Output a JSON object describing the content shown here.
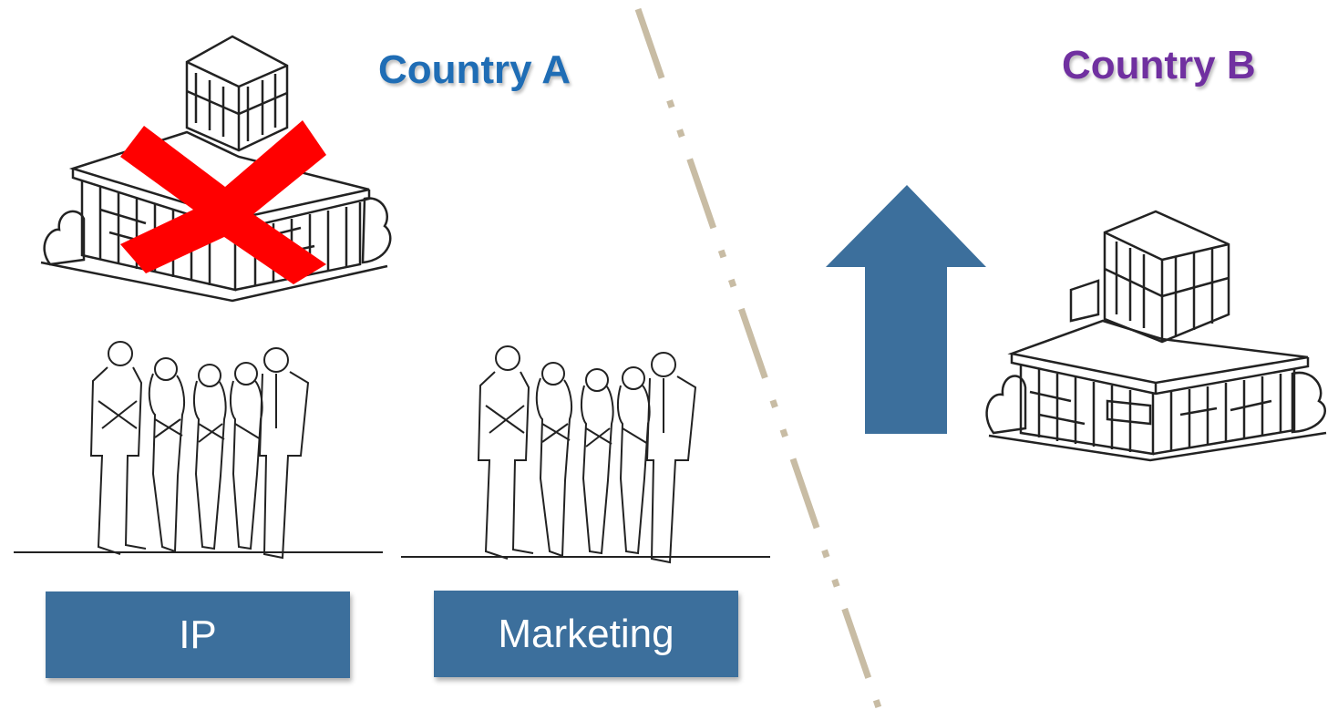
{
  "country_a": {
    "label": "Country A",
    "color": "#1f6db5"
  },
  "country_b": {
    "label": "Country B",
    "color": "#7030a0"
  },
  "functions": [
    {
      "label": "IP"
    },
    {
      "label": "Marketing"
    }
  ],
  "colors": {
    "box_fill": "#3c6f9c",
    "arrow_fill": "#3c6f9c",
    "divider": "#c8bca4",
    "cross": "#ff0000"
  },
  "icons": [
    "building-icon",
    "cross-icon",
    "people-group-icon",
    "up-arrow-icon"
  ]
}
